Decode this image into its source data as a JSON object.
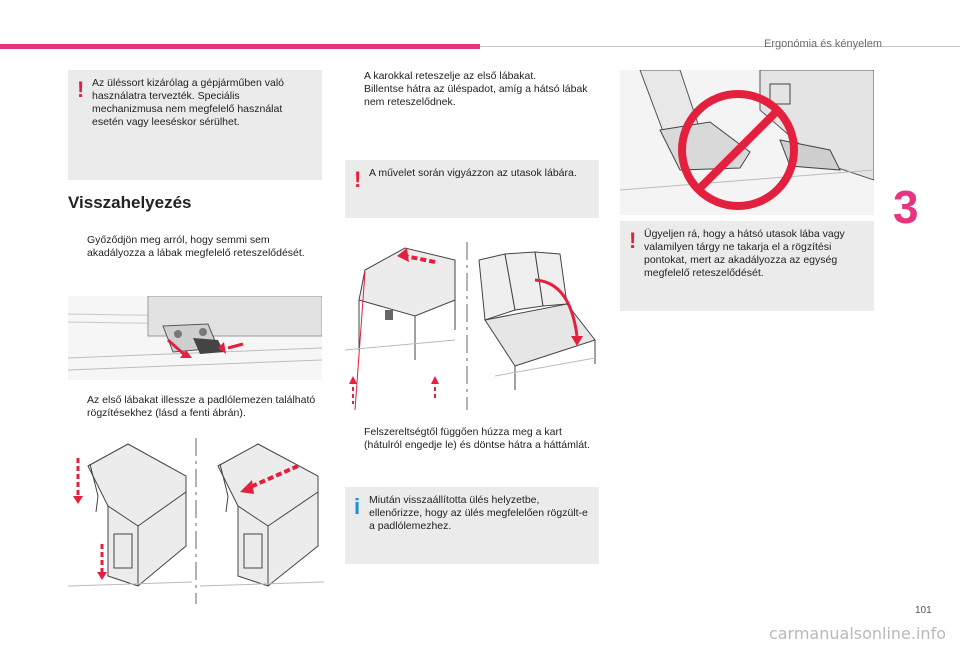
{
  "header": {
    "section_title": "Ergonómia és kényelem"
  },
  "chapter_number": "3",
  "page_number": "101",
  "left_column": {
    "warning_note": "Az üléssort kizárólag a gépjárműben való használatra tervezték. Speciális mechanizmusa nem megfelelő használat esetén vagy leeséskor sérülhet.",
    "section_heading": "Visszahelyezés",
    "step_1": "Győződjön meg arról, hogy semmi sem akadályozza a lábak megfelelő reteszelődését.",
    "step_2": "Az első lábakat illessze a padlólemezen található rögzítésekhez (lásd a fenti ábrán)."
  },
  "middle_column": {
    "step_3a": "A karokkal reteszelje az első lábakat.",
    "step_3b": "Billentse hátra az üléspadot, amíg a hátsó lábak nem reteszelődnek.",
    "warning_note": "A művelet során vigyázzon az utasok lábára.",
    "step_4": "Felszereltségtől függően húzza meg a kart (hátulról engedje le) és döntse hátra a háttámlát.",
    "info_note": "Miután visszaállította ülés helyzetbe, ellenőrizze, hogy az ülés megfelelően rögzült-e a padlólemezhez."
  },
  "right_column": {
    "warning_note": "Ügyeljen rá, hogy a hátsó utasok lába vagy valamilyen tárgy ne takarja el a rögzítési pontokat, mert az akadályozza az egység megfelelő reteszelődését."
  },
  "bullet_glyph": "",
  "warning_glyph": "!",
  "info_glyph": "i",
  "watermark": "carmanualsonline.info",
  "colors": {
    "accent": "#e6357f",
    "warning": "#e3213f",
    "info": "#1a8fd6",
    "note_bg": "#ebebeb"
  }
}
